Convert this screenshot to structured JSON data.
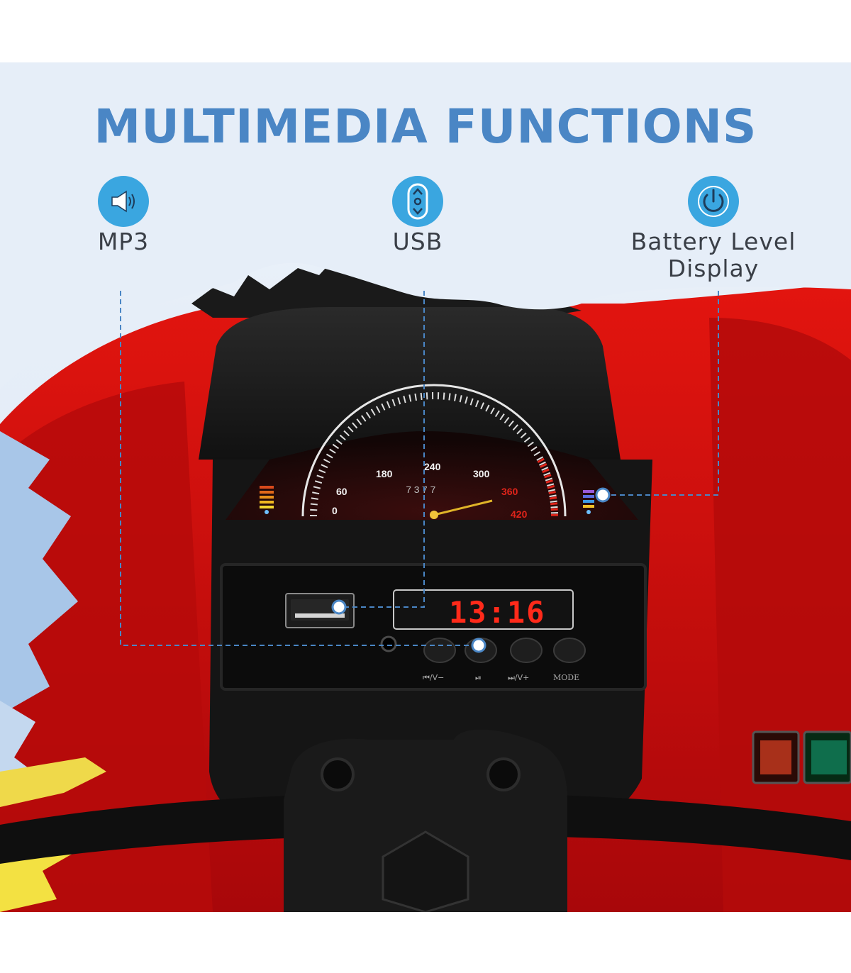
{
  "headline": "MULTIMEDIA FUNCTIONS",
  "features": [
    {
      "label": "MP3",
      "icon": "speaker-icon"
    },
    {
      "label": "USB",
      "icon": "usb-icon"
    },
    {
      "label": "Battery Level\nDisplay",
      "icon": "power-icon"
    }
  ],
  "speedometer": {
    "ticks": [
      "0",
      "60",
      "180",
      "240",
      "300",
      "360",
      "420"
    ],
    "odometer": "7377"
  },
  "panel": {
    "clock": "13:16",
    "buttons": [
      "⏮/V−",
      "⏯",
      "⏭/V+",
      "MODE"
    ]
  },
  "colors": {
    "accent": "#4a86c5",
    "icon_bg": "#3aa6e0",
    "body_red": "#c8100c",
    "led_red": "#ff2a1a"
  }
}
